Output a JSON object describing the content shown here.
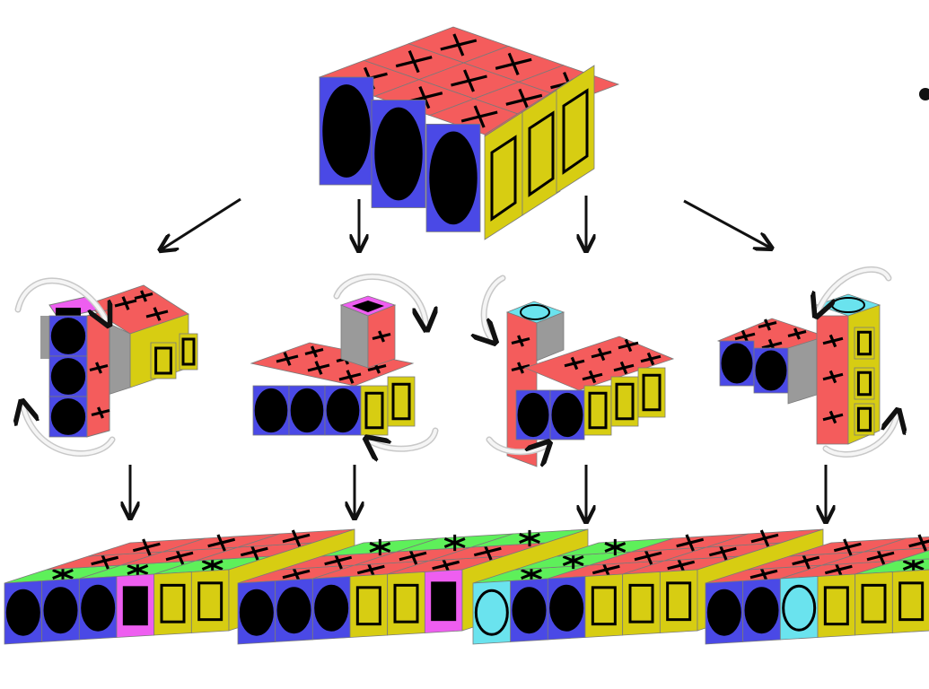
{
  "figure": {
    "top_block": {
      "top_symbol": "plus",
      "front_left_symbol": "filled-circle",
      "front_right_symbol": "square"
    },
    "arrow_color": "#111111",
    "rotation_arrow_color": "#e8e8e8",
    "colors": {
      "red": "#f45c5c",
      "blue": "#4a49e6",
      "yellow": "#d7cd12",
      "green": "#5ef05a",
      "cyan": "#6ae3ee",
      "magenta": "#ee5ef0",
      "gray": "#9a9a9a",
      "black": "#000000"
    },
    "stages": [
      {
        "name": "rotation-left-column-up",
        "result_stripe_symbol": "asterisk",
        "result_stripe_color": "green"
      },
      {
        "name": "rotation-back-column-up",
        "result_stripe_symbol": "asterisk",
        "result_stripe_color": "green"
      },
      {
        "name": "rotation-cyan-column-up",
        "result_stripe_symbol": "asterisk",
        "result_stripe_color": "green"
      },
      {
        "name": "rotation-right-column-up",
        "result_stripe_symbol": "asterisk",
        "result_stripe_color": "green"
      }
    ]
  }
}
